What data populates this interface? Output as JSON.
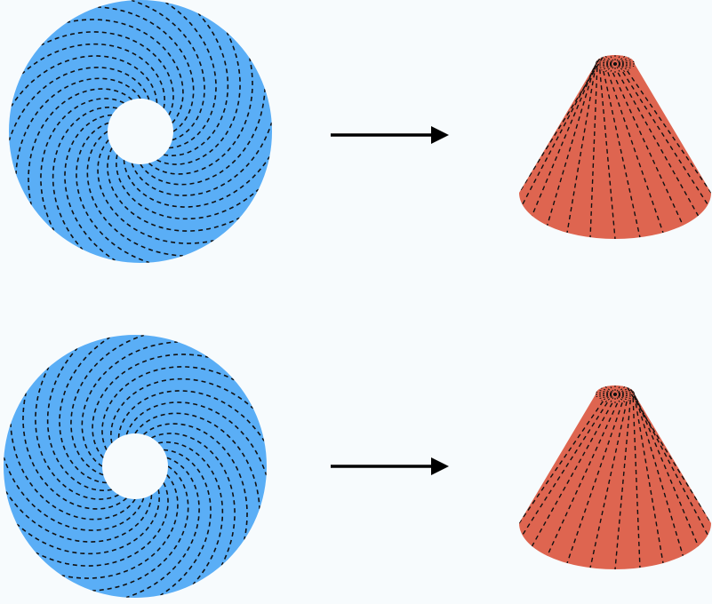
{
  "diagram": {
    "colors": {
      "annulus": "#5aaef6",
      "cone": "#de6550",
      "guide_line": "#111111",
      "arrow": "#000000",
      "background": "#f7fbfd"
    },
    "rows": [
      {
        "annulus": {
          "spiral_lines": 24,
          "twist": "counterclockwise"
        },
        "arrow": {
          "direction": "right"
        },
        "cone": {
          "surface_lines": 24
        }
      },
      {
        "annulus": {
          "spiral_lines": 24,
          "twist": "clockwise"
        },
        "arrow": {
          "direction": "right"
        },
        "cone": {
          "surface_lines": 24
        }
      }
    ]
  }
}
